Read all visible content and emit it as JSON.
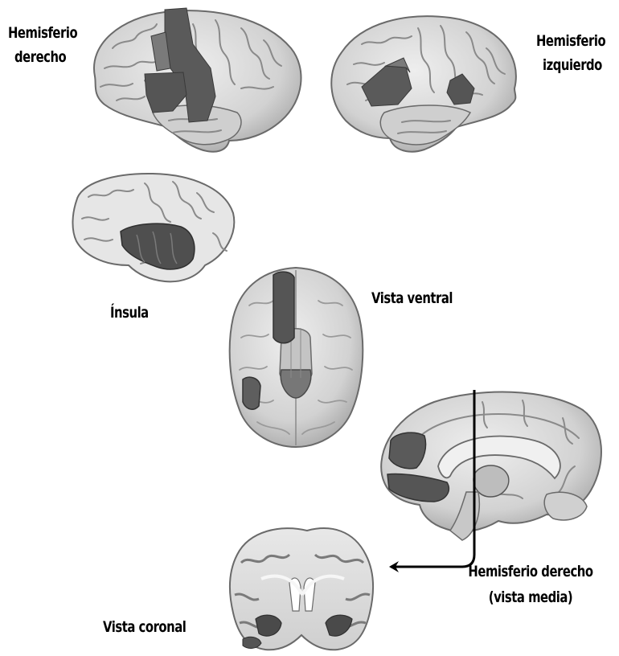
{
  "labels": {
    "right_hemisphere_line1": "Hemisferio",
    "right_hemisphere_line2": "derecho",
    "left_hemisphere_line1": "Hemisferio",
    "left_hemisphere_line2": "izquierdo",
    "insula": "Ínsula",
    "ventral_view": "Vista ventral",
    "medial_view_line1": "Hemisferio derecho",
    "medial_view_line2": "(vista media)",
    "coronal_view": "Vista coronal"
  },
  "colors": {
    "background": "#ffffff",
    "brain_surface": "#d9d9d9",
    "brain_outline": "#6a6a6a",
    "sulcus": "#8a8a8a",
    "highlight_region": "#555555",
    "highlight_region_light": "#7a7a7a",
    "arrow": "#000000"
  }
}
